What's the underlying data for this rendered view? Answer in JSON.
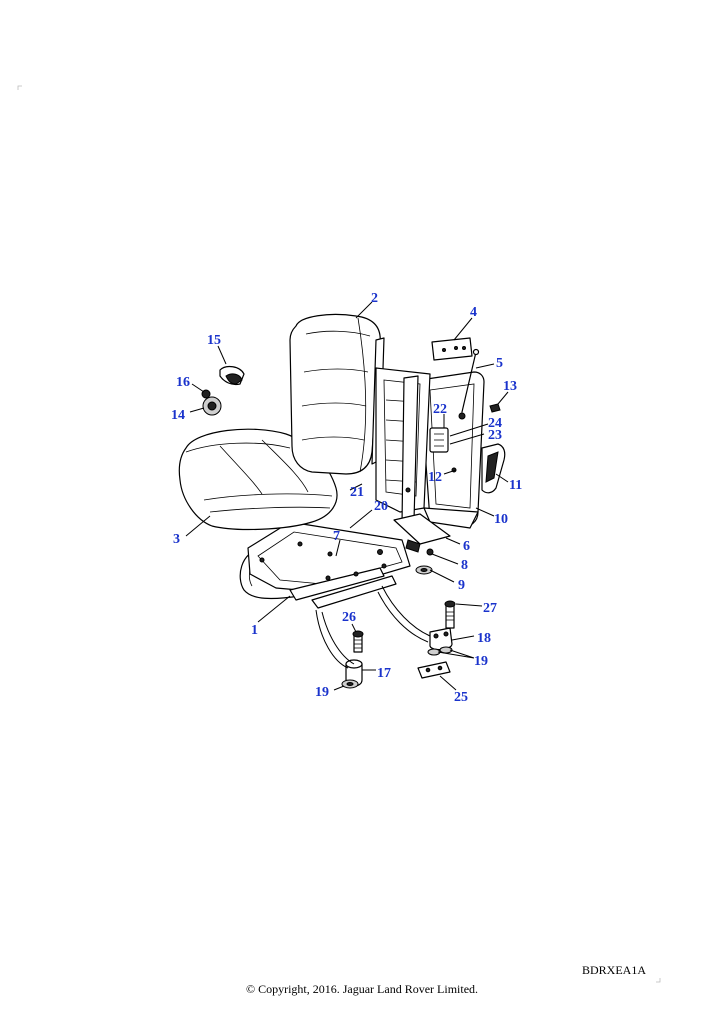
{
  "diagram_code": "BDRXEA1A",
  "copyright": "© Copyright, 2016. Jaguar Land Rover Limited.",
  "colors": {
    "callout": "#1a33cc",
    "line": "#000000",
    "background": "#ffffff"
  },
  "callouts": [
    {
      "id": "c1",
      "label": "1"
    },
    {
      "id": "c2",
      "label": "2"
    },
    {
      "id": "c3",
      "label": "3"
    },
    {
      "id": "c4",
      "label": "4"
    },
    {
      "id": "c5",
      "label": "5"
    },
    {
      "id": "c6",
      "label": "6"
    },
    {
      "id": "c7",
      "label": "7"
    },
    {
      "id": "c8",
      "label": "8"
    },
    {
      "id": "c9",
      "label": "9"
    },
    {
      "id": "c10",
      "label": "10"
    },
    {
      "id": "c11",
      "label": "11"
    },
    {
      "id": "c12",
      "label": "12"
    },
    {
      "id": "c13",
      "label": "13"
    },
    {
      "id": "c14",
      "label": "14"
    },
    {
      "id": "c15",
      "label": "15"
    },
    {
      "id": "c16",
      "label": "16"
    },
    {
      "id": "c17",
      "label": "17"
    },
    {
      "id": "c18",
      "label": "18"
    },
    {
      "id": "c19a",
      "label": "19"
    },
    {
      "id": "c19b",
      "label": "19"
    },
    {
      "id": "c20",
      "label": "20"
    },
    {
      "id": "c21",
      "label": "21"
    },
    {
      "id": "c22",
      "label": "22"
    },
    {
      "id": "c23",
      "label": "23"
    },
    {
      "id": "c24",
      "label": "24"
    },
    {
      "id": "c25",
      "label": "25"
    },
    {
      "id": "c26",
      "label": "26"
    },
    {
      "id": "c27",
      "label": "27"
    }
  ]
}
